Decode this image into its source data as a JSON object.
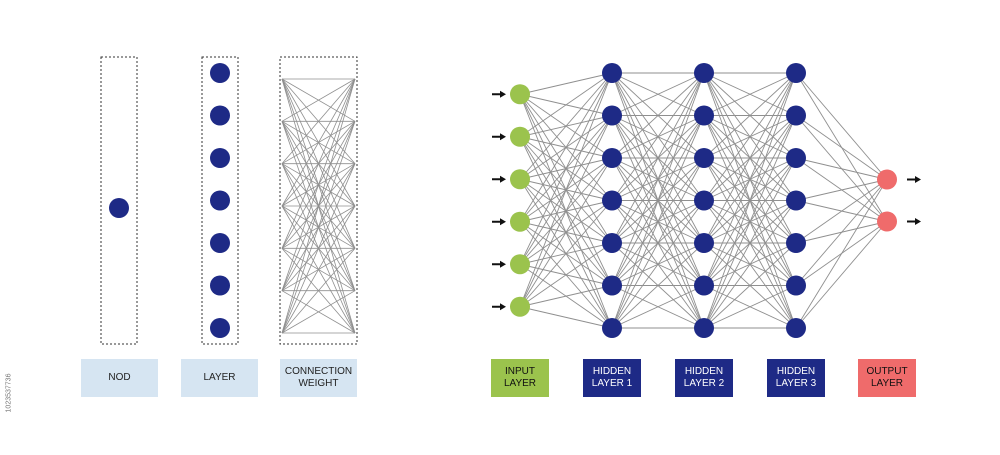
{
  "colors": {
    "node_blue": "#1e2a86",
    "input_green": "#9bc34d",
    "output_red": "#ef6b6b",
    "legend_box": "#d6e5f2",
    "hidden_box": "#1e2a86",
    "connection": "#8f8f8f",
    "dotted_border": "#333333",
    "arrow": "#111111"
  },
  "legend": {
    "node_label": "NOD",
    "layer_label": "LAYER",
    "connection_label": "CONNECTION\nWEIGHT",
    "layer_node_count": 7,
    "connection_link_count": 7
  },
  "network": {
    "layers": [
      {
        "label": "INPUT\nLAYER",
        "nodes": 6,
        "color": "#9bc34d",
        "box_color": "#9bc34d",
        "text_color": "#111111"
      },
      {
        "label": "HIDDEN\nLAYER 1",
        "nodes": 7,
        "color": "#1e2a86",
        "box_color": "#1e2a86",
        "text_color": "#ffffff"
      },
      {
        "label": "HIDDEN\nLAYER 2",
        "nodes": 7,
        "color": "#1e2a86",
        "box_color": "#1e2a86",
        "text_color": "#ffffff"
      },
      {
        "label": "HIDDEN\nLAYER 3",
        "nodes": 7,
        "color": "#1e2a86",
        "box_color": "#1e2a86",
        "text_color": "#ffffff"
      },
      {
        "label": "OUTPUT\nLAYER",
        "nodes": 2,
        "color": "#ef6b6b",
        "box_color": "#ef6b6b",
        "text_color": "#111111"
      }
    ],
    "input_arrows": true,
    "output_arrows": true
  },
  "stock_id": "1023537736"
}
